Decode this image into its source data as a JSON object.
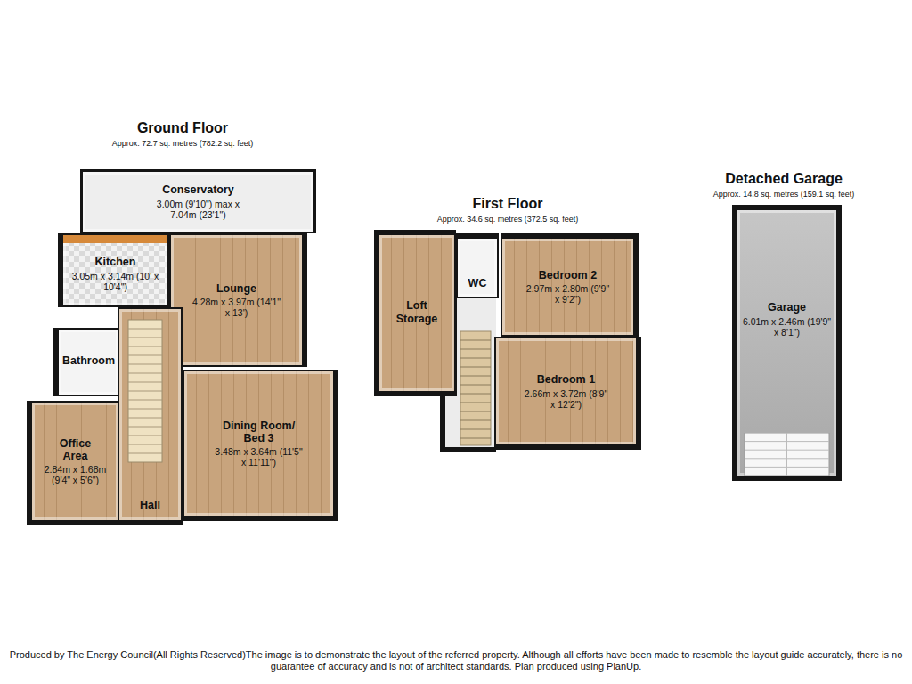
{
  "diagram": {
    "caption": "Produced by The Energy Council(All Rights Reserved)The image is to demonstrate the layout of the referred property. Although all efforts have been made to resemble the layout guide accurately, there is no guarantee of accuracy and is not of architect standards. Plan produced using PlanUp.",
    "nodes": [
      {
        "text": [
          "Ground Floor",
          "Approx. 72.7 sq. metres (782.2 sq. feet)"
        ]
      },
      {
        "text": [
          "Conservatory",
          "3.00m (9'10\") max x 7.04m (23'1\")"
        ],
        "in": 0
      },
      {
        "text": [
          "Kitchen",
          "3.05m x 3.14m (10' x 10'4\")"
        ],
        "in": 0
      },
      {
        "text": [
          "Lounge",
          "4.28m x 3.97m (14'1\" x 13')"
        ],
        "in": 0
      },
      {
        "text": [
          "Bathroom"
        ],
        "in": 0
      },
      {
        "text": [
          "Dining Room/ Bed 3",
          "3.48m x 3.64m (11'5\" x 11'11\")"
        ],
        "in": 0
      },
      {
        "text": [
          "Office Area",
          "2.84m x 1.68m (9'4\" x 5'6\")"
        ],
        "in": 0
      },
      {
        "text": [
          "Hall"
        ],
        "in": 0
      },
      {
        "text": [
          "First Floor",
          "Approx. 34.6 sq. metres (372.5 sq. feet)"
        ]
      },
      {
        "text": [
          "Loft Storage"
        ],
        "in": 8
      },
      {
        "text": [
          "WC"
        ],
        "in": 8
      },
      {
        "text": [
          "Bedroom 2",
          "2.97m x 2.80m (9'9\" x 9'2\")"
        ],
        "in": 8
      },
      {
        "text": [
          "Bedroom 1",
          "2.66m x 3.72m (8'9\" x 12'2\")"
        ],
        "in": 8
      },
      {
        "text": [
          "Detached Garage",
          "Approx. 14.8 sq. metres (159.1 sq. feet)"
        ]
      },
      {
        "text": [
          "Garage",
          "6.01m x 2.46m (19'9\" x 8'1\")"
        ],
        "in": 13
      }
    ]
  }
}
